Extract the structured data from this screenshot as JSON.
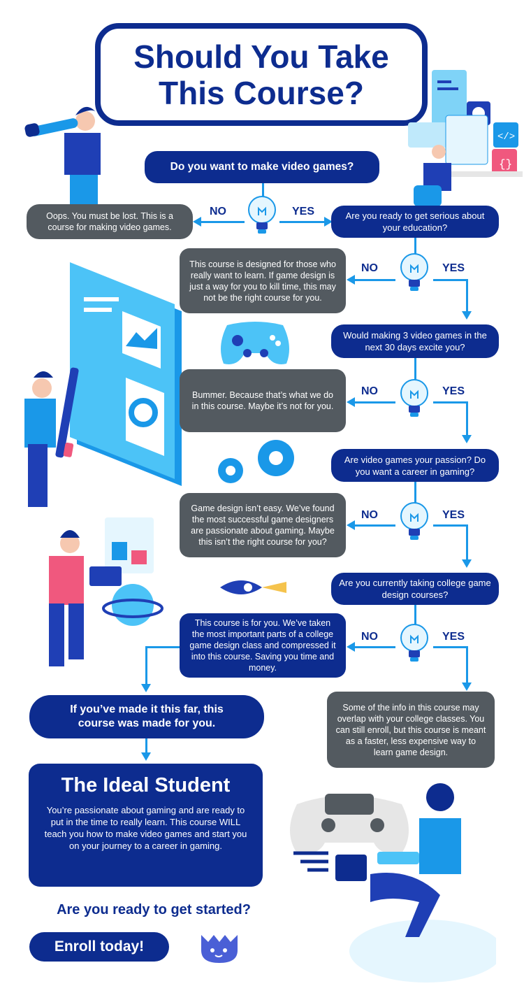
{
  "title": "Should You Take\nThis Course?",
  "labels": {
    "no": "NO",
    "yes": "YES"
  },
  "questions": [
    "Do you want to make video games?",
    "Are you ready to get serious about your education?",
    "Would making 3 video games in the next 30 days excite you?",
    "Are video games your passion? Do you want a career in gaming?",
    "Are you currently taking college game design courses?"
  ],
  "responses": [
    "Oops. You must be lost. This is a course for making video games.",
    "This course is designed for those who really want to learn. If game design is just a way for you to kill time, this may not be the right course for you.",
    "Bummer. Because that’s what we do in this course. Maybe it’s not for you.",
    "Game design isn’t easy. We’ve found the most successful game designers are passionate about gaming. Maybe this isn’t the right course for you?",
    "This course is for you. We’ve taken the most important parts of a college game design class and compressed it into this course. Saving you time and money.",
    "Some of the info in this course may overlap with your college classes. You can still enroll, but this course is meant as a faster, less expensive way to learn game design."
  ],
  "made_for_you": "If you’ve made it this far, this course was made for you.",
  "ideal": {
    "heading": "The Ideal Student",
    "body": "You’re passionate about gaming and are ready to put in the time to really learn. This course WILL teach you how to make video games and start you on your journey to a career in gaming."
  },
  "cta_question": "Are you ready to get started?",
  "cta_button": "Enroll today!",
  "colors": {
    "navy": "#0d2c8f",
    "gray": "#535a60",
    "accent": "#1a98e8",
    "pink": "#f0587e"
  },
  "icons": [
    "lightbulb-icon",
    "gamepad-icon",
    "gears-icon",
    "rocket-icon",
    "mascot-icon"
  ]
}
